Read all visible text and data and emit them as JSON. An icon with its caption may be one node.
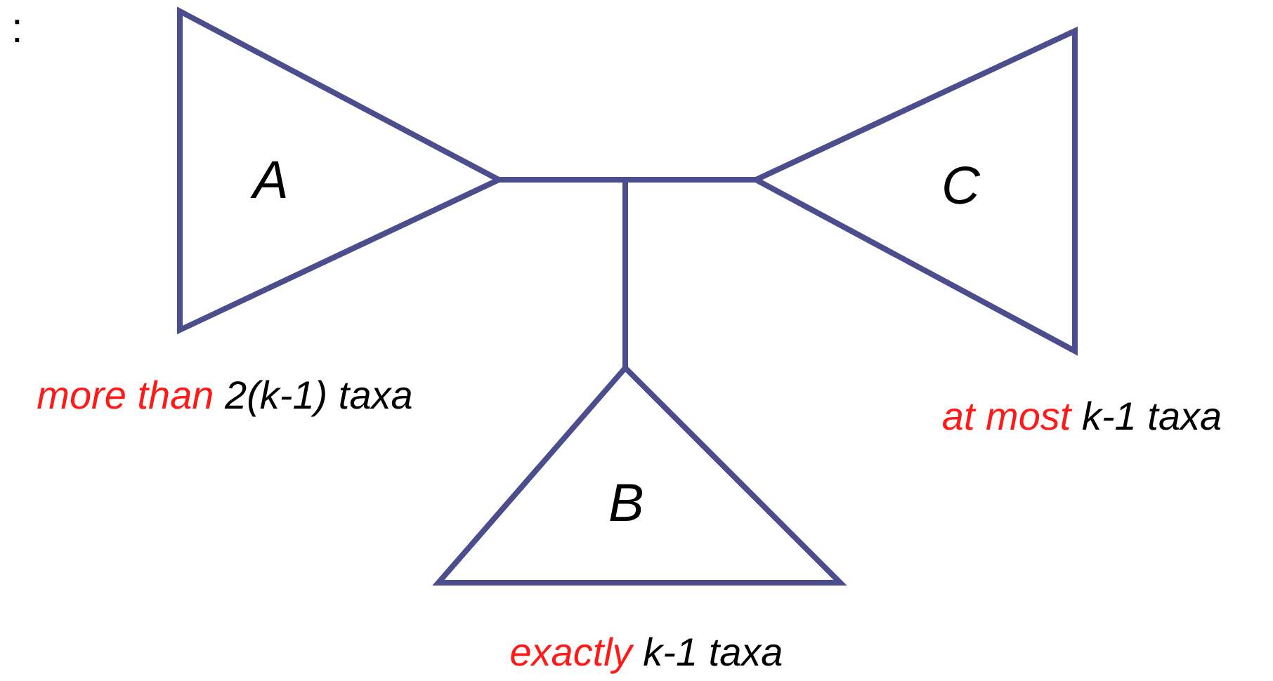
{
  "diagram": {
    "nodes": [
      {
        "text": [
          "A"
        ],
        "beside": [
          "more than",
          "2(k-1) taxa"
        ]
      },
      {
        "text": [
          "B"
        ],
        "beside": [
          "exactly",
          "k-1 taxa"
        ]
      },
      {
        "text": [
          "C"
        ],
        "beside": [
          "at most",
          "k-1 taxa"
        ]
      }
    ],
    "edges": [
      {
        "from": 0,
        "to": 2,
        "arrow": "none"
      },
      {
        "from": 0,
        "to": 1,
        "arrow": "none"
      },
      {
        "from": 2,
        "to": 1,
        "arrow": "none"
      }
    ],
    "labels": [
      ":"
    ]
  }
}
